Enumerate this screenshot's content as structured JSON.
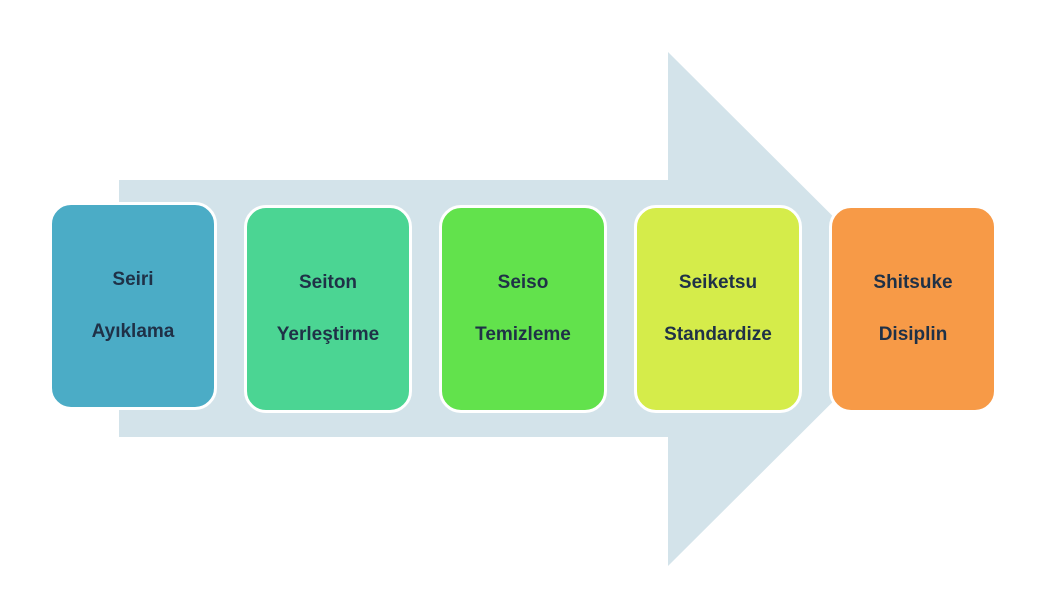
{
  "diagram": {
    "arrow_color": "#d3e3ea",
    "steps": [
      {
        "title": "Seiri",
        "subtitle": "Ayıklama",
        "color": "#4bacc6"
      },
      {
        "title": "Seiton",
        "subtitle": "Yerleştirme",
        "color": "#4bd593"
      },
      {
        "title": "Seiso",
        "subtitle": "Temizleme",
        "color": "#62e24c"
      },
      {
        "title": "Seiketsu",
        "subtitle": "Standardize",
        "color": "#d5ec4a"
      },
      {
        "title": "Shitsuke",
        "subtitle": "Disiplin",
        "color": "#f79a47"
      }
    ]
  }
}
